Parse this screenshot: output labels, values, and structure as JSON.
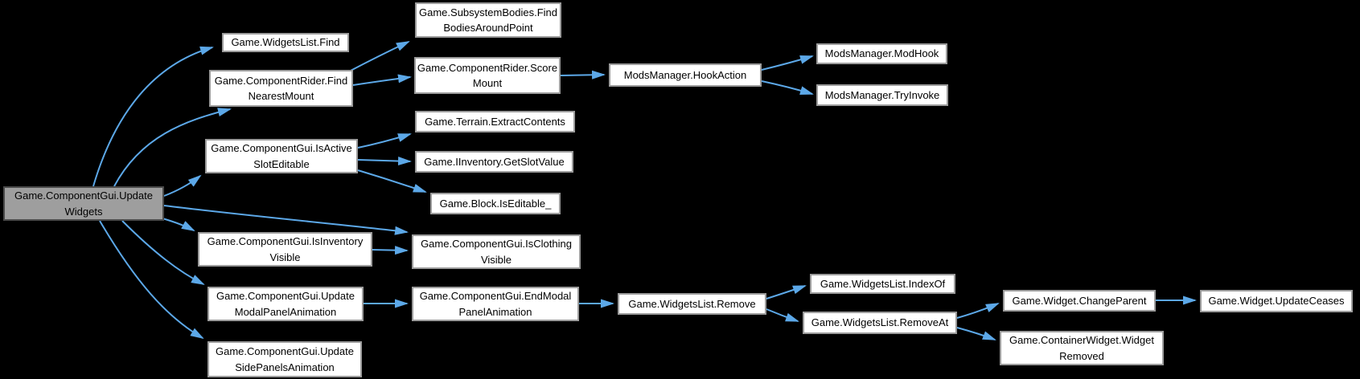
{
  "diagram": {
    "type": "call-graph",
    "background_color": "#000000",
    "edge_color": "#5CA8E8",
    "node_fill_color": "#FFFFFF",
    "node_border_color": "#9C9C9C",
    "root_fill_color": "#9E9E9E",
    "root_border_color": "#4A4A4A",
    "text_color": "#000000",
    "nodes": [
      {
        "id": "game-componentgui-updatewidgets",
        "label": "Game.ComponentGui.Update\nWidgets"
      },
      {
        "id": "game-widgetslist-find",
        "label": "Game.WidgetsList.Find"
      },
      {
        "id": "game-componentrider-findnearestmount",
        "label": "Game.ComponentRider.Find\nNearestMount"
      },
      {
        "id": "game-componentgui-isactivesloteditable",
        "label": "Game.ComponentGui.IsActive\nSlotEditable"
      },
      {
        "id": "game-componentgui-isinventoryvisible",
        "label": "Game.ComponentGui.IsInventory\nVisible"
      },
      {
        "id": "game-componentgui-updatemodalpanelanimation",
        "label": "Game.ComponentGui.Update\nModalPanelAnimation"
      },
      {
        "id": "game-componentgui-updatesidepanelsanimation",
        "label": "Game.ComponentGui.Update\nSidePanelsAnimation"
      },
      {
        "id": "game-subsystembodies-findbodiesaroundpoint",
        "label": "Game.SubsystemBodies.Find\nBodiesAroundPoint"
      },
      {
        "id": "game-componentrider-scoremount",
        "label": "Game.ComponentRider.Score\nMount"
      },
      {
        "id": "game-terrain-extractcontents",
        "label": "Game.Terrain.ExtractContents"
      },
      {
        "id": "game-iinventory-getslotvalue",
        "label": "Game.IInventory.GetSlotValue"
      },
      {
        "id": "game-block-iseditable",
        "label": "Game.Block.IsEditable_"
      },
      {
        "id": "game-componentgui-isclothingvisible",
        "label": "Game.ComponentGui.IsClothing\nVisible"
      },
      {
        "id": "game-componentgui-endmodalpanelanimation",
        "label": "Game.ComponentGui.EndModal\nPanelAnimation"
      },
      {
        "id": "modsmanager-hookaction",
        "label": "ModsManager.HookAction"
      },
      {
        "id": "game-widgetslist-remove",
        "label": "Game.WidgetsList.Remove"
      },
      {
        "id": "modsmanager-modhook",
        "label": "ModsManager.ModHook"
      },
      {
        "id": "modsmanager-tryinvoke",
        "label": "ModsManager.TryInvoke"
      },
      {
        "id": "game-widgetslist-indexof",
        "label": "Game.WidgetsList.IndexOf"
      },
      {
        "id": "game-widgetslist-removeat",
        "label": "Game.WidgetsList.RemoveAt"
      },
      {
        "id": "game-widget-changeparent",
        "label": "Game.Widget.ChangeParent"
      },
      {
        "id": "game-containerwidget-widgetremoved",
        "label": "Game.ContainerWidget.Widget\nRemoved"
      },
      {
        "id": "game-widget-updateceases",
        "label": "Game.Widget.UpdateCeases"
      }
    ],
    "edges": [
      {
        "from": "game-componentgui-updatewidgets",
        "to": "game-widgetslist-find"
      },
      {
        "from": "game-componentgui-updatewidgets",
        "to": "game-componentrider-findnearestmount"
      },
      {
        "from": "game-componentgui-updatewidgets",
        "to": "game-componentgui-isactivesloteditable"
      },
      {
        "from": "game-componentgui-updatewidgets",
        "to": "game-componentgui-isclothingvisible"
      },
      {
        "from": "game-componentgui-updatewidgets",
        "to": "game-componentgui-isinventoryvisible"
      },
      {
        "from": "game-componentgui-updatewidgets",
        "to": "game-componentgui-updatemodalpanelanimation"
      },
      {
        "from": "game-componentgui-updatewidgets",
        "to": "game-componentgui-updatesidepanelsanimation"
      },
      {
        "from": "game-componentrider-findnearestmount",
        "to": "game-subsystembodies-findbodiesaroundpoint"
      },
      {
        "from": "game-componentrider-findnearestmount",
        "to": "game-componentrider-scoremount"
      },
      {
        "from": "game-componentrider-scoremount",
        "to": "modsmanager-hookaction"
      },
      {
        "from": "modsmanager-hookaction",
        "to": "modsmanager-modhook"
      },
      {
        "from": "modsmanager-hookaction",
        "to": "modsmanager-tryinvoke"
      },
      {
        "from": "game-componentgui-isactivesloteditable",
        "to": "game-terrain-extractcontents"
      },
      {
        "from": "game-componentgui-isactivesloteditable",
        "to": "game-iinventory-getslotvalue"
      },
      {
        "from": "game-componentgui-isactivesloteditable",
        "to": "game-block-iseditable"
      },
      {
        "from": "game-componentgui-isinventoryvisible",
        "to": "game-componentgui-isclothingvisible"
      },
      {
        "from": "game-componentgui-updatemodalpanelanimation",
        "to": "game-componentgui-endmodalpanelanimation"
      },
      {
        "from": "game-componentgui-endmodalpanelanimation",
        "to": "game-widgetslist-remove"
      },
      {
        "from": "game-widgetslist-remove",
        "to": "game-widgetslist-indexof"
      },
      {
        "from": "game-widgetslist-remove",
        "to": "game-widgetslist-removeat"
      },
      {
        "from": "game-widgetslist-removeat",
        "to": "game-widget-changeparent"
      },
      {
        "from": "game-widgetslist-removeat",
        "to": "game-containerwidget-widgetremoved"
      },
      {
        "from": "game-widget-changeparent",
        "to": "game-widget-updateceases"
      }
    ]
  }
}
